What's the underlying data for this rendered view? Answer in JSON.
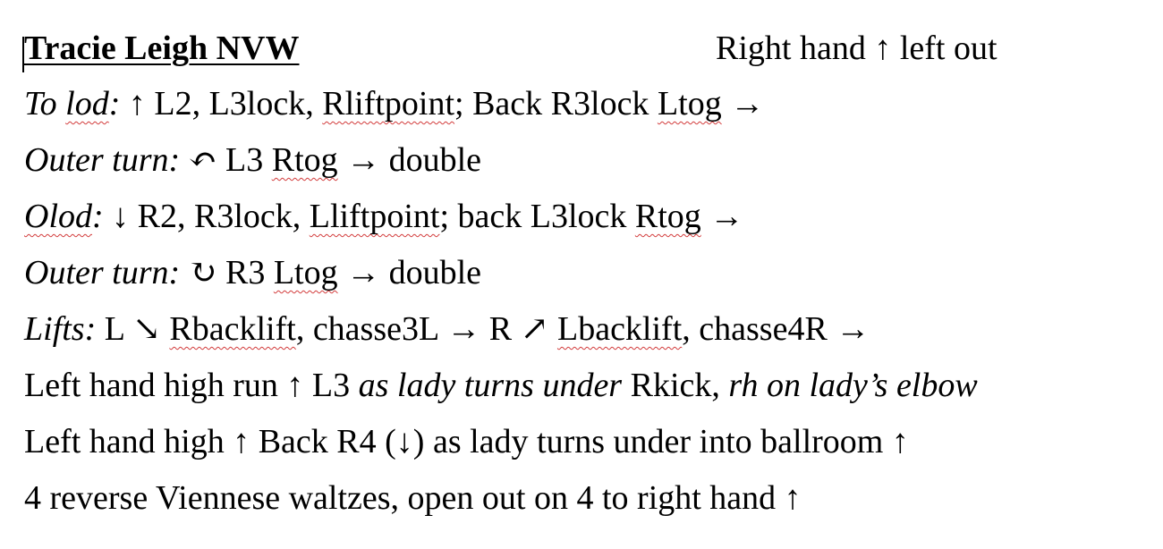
{
  "document": {
    "title": "Tracie Leigh NVW",
    "hold_note": "Right hand ↑ left out",
    "lines": [
      {
        "label": "To lod:",
        "label_spell": "lod",
        "pre": " ↑ L2, L3lock, ",
        "w1": "Rliftpoint",
        "mid": "; Back R3lock ",
        "w2": "Ltog",
        "post": " →"
      },
      {
        "label": "Outer turn:",
        "pre": " ↶ L3 ",
        "w1": "Rtog",
        "post": " → double"
      },
      {
        "label": "Olod",
        "label_rest": ":",
        "pre": " ↓ R2, R3lock, ",
        "w1": "Lliftpoint",
        "mid": "; back L3lock ",
        "w2": "Rtog",
        "post": " →"
      },
      {
        "label": "Outer turn:",
        "pre": " ↻ R3 ",
        "w1": "Ltog",
        "post": " → double"
      },
      {
        "label": "Lifts:",
        "pre": " L ↘ ",
        "w1": "Rbacklift",
        "mid": ", chasse3L → R ↗ ",
        "w2": "Lbacklift",
        "post": ", chasse4R →"
      },
      {
        "pre": "Left hand high run ↑ L3 ",
        "it1": "as lady turns under",
        "mid": " Rkick, ",
        "it2": "rh on lady’s elbow"
      },
      {
        "text": "Left hand high ↑ Back R4 (↓) as lady turns under into ballroom ↑"
      },
      {
        "text": "4 reverse Viennese waltzes, open out on 4 to right hand ↑"
      }
    ]
  }
}
